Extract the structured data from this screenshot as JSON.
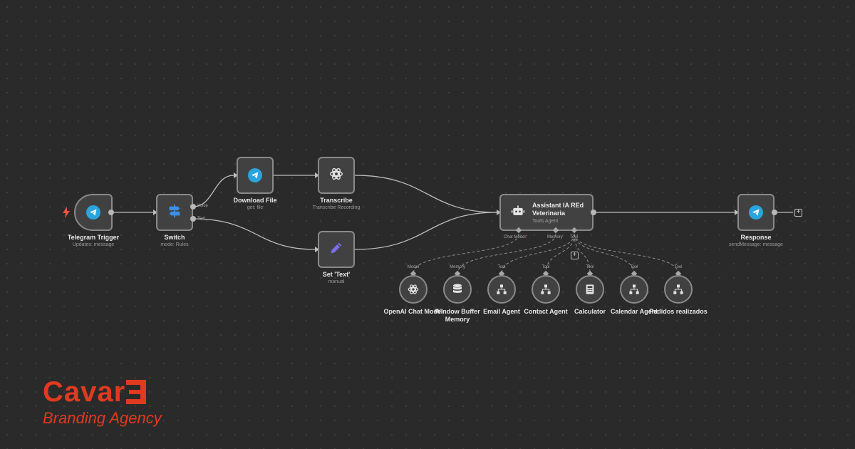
{
  "nodes": {
    "telegram_trigger": {
      "label": "Telegram Trigger",
      "sublabel": "Updates: message",
      "icon": "telegram-icon"
    },
    "switch": {
      "label": "Switch",
      "sublabel": "mode: Rules",
      "outputs": [
        "Voice",
        "Text"
      ],
      "icon": "signpost-icon"
    },
    "download_file": {
      "label": "Download File",
      "sublabel": "get: file",
      "icon": "telegram-icon"
    },
    "transcribe": {
      "label": "Transcribe",
      "sublabel": "Transcribe Recording",
      "icon": "openai-icon"
    },
    "set_text": {
      "label": "Set 'Text'",
      "sublabel": "manual",
      "icon": "pencil-icon"
    },
    "assistant": {
      "label": "Assistant IA REd Veterinaria",
      "sublabel": "Tools Agent",
      "icon": "robot-icon",
      "ports": {
        "chat_model": "Chat Model",
        "required_mark": "*",
        "memory": "Memory",
        "tool": "Tool"
      }
    },
    "response": {
      "label": "Response",
      "sublabel": "sendMessage: message",
      "icon": "telegram-icon"
    }
  },
  "subnodes": [
    {
      "label": "OpenAI Chat Model",
      "port": "Model",
      "icon": "openai-icon"
    },
    {
      "label": "Window Buffer Memory",
      "port": "Memory",
      "icon": "database-icon"
    },
    {
      "label": "Email Agent",
      "port": "Tool",
      "icon": "workflow-icon"
    },
    {
      "label": "Contact Agent",
      "port": "Tool",
      "icon": "workflow-icon"
    },
    {
      "label": "Calculator",
      "port": "Tool",
      "icon": "calculator-icon"
    },
    {
      "label": "Calendar Agent",
      "port": "Tool",
      "icon": "workflow-icon"
    },
    {
      "label": "Pedidos realizados",
      "port": "Tool",
      "icon": "workflow-icon"
    }
  ],
  "colors": {
    "accent": "#e03a1f",
    "telegram": "#2aa4dc",
    "switch": "#3b8ee6",
    "pencil": "#7a6ef0",
    "trigger_bolt": "#e8553f"
  },
  "branding": {
    "name": "Cavar",
    "tagline": "Branding Agency"
  }
}
